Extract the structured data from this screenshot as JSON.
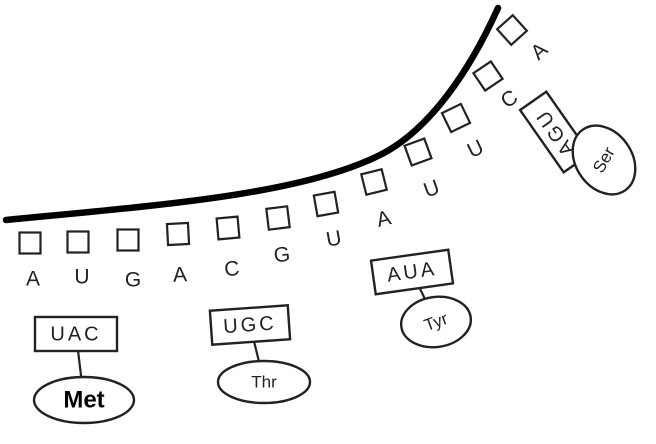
{
  "mrna": {
    "bases": [
      "A",
      "U",
      "G",
      "A",
      "C",
      "G",
      "U",
      "A",
      "U",
      "U",
      "C",
      "A"
    ]
  },
  "trnas": [
    {
      "anticodon": "UAC",
      "amino_acid": "Met",
      "bold": true
    },
    {
      "anticodon": "UGC",
      "amino_acid": "Thr",
      "bold": false
    },
    {
      "anticodon": "AUA",
      "amino_acid": "Tyr",
      "bold": false
    },
    {
      "anticodon": "AGU",
      "amino_acid": "Ser",
      "bold": false
    }
  ],
  "colors": {
    "ink": "#222222",
    "strand": "#000000",
    "background": "#ffffff"
  }
}
